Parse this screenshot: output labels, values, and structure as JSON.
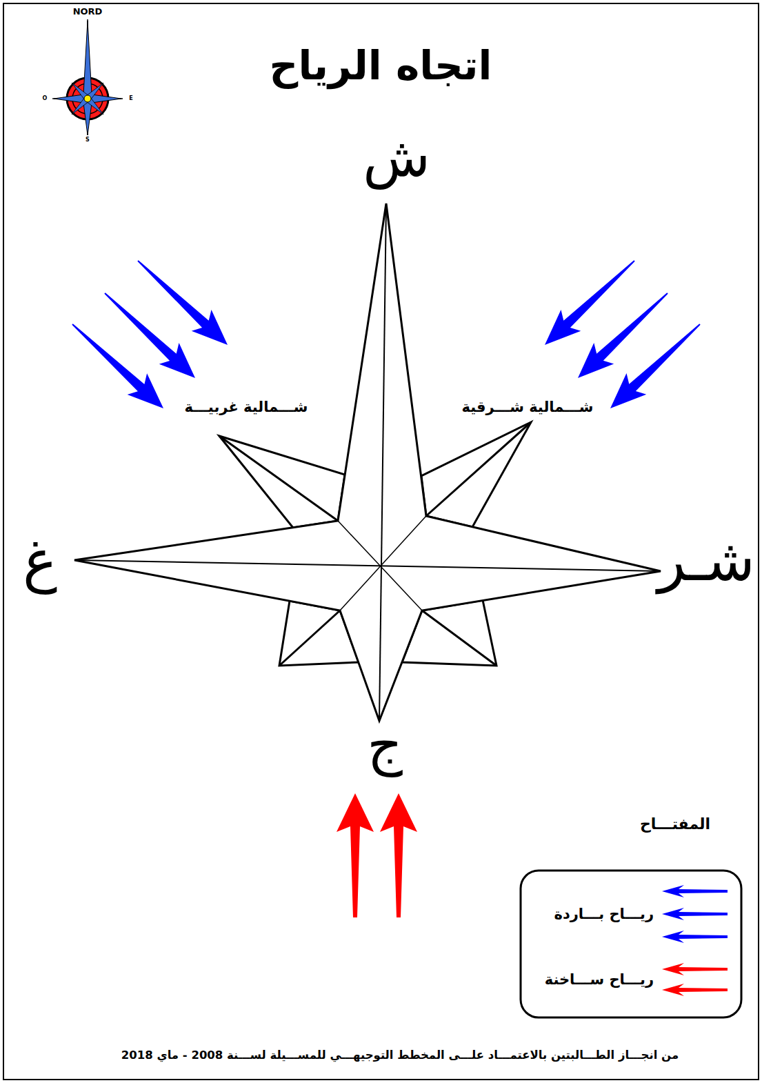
{
  "diagram": {
    "title": "اتجاه الرياح",
    "caption": "من انجـــاز الطـــالبتين بالاعتمـــاد علـــى المخطط التوجيهـــي للمســـيلة لســـنة 2008 - ماي 2018",
    "labels": [
      "NORD",
      "O",
      "E",
      "S",
      "ش",
      "شـر",
      "غ",
      "ج",
      "شـــمالية غربيـــة",
      "شـــمالية شـــرقية",
      "المفتـــاح"
    ],
    "legend": [
      {
        "text": "ريـــاح بـــاردة",
        "color": "#0000ff"
      },
      {
        "text": "ريـــاح ســـاخنة",
        "color": "#ff0000"
      }
    ]
  }
}
